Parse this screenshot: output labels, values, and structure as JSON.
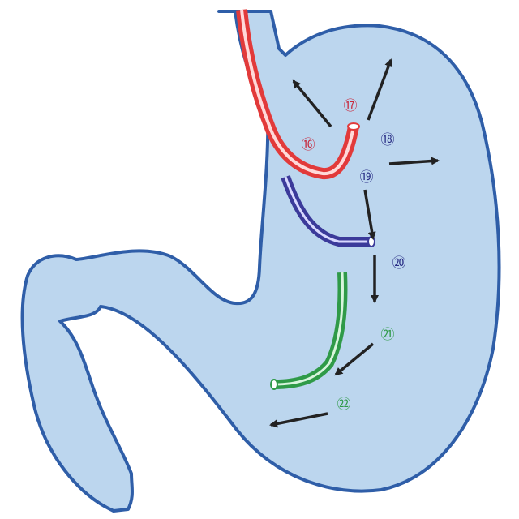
{
  "diagram": {
    "colors": {
      "background": "#ffffff",
      "organ_fill": "#bcd6ee",
      "organ_outline": "#2f5ea8",
      "arrow": "#222222",
      "scope_red": "#e23a3a",
      "scope_blue": "#3b3a9a",
      "scope_green": "#2f9a48",
      "label_red": "#c8283c",
      "label_blue": "#2a2f86",
      "label_green": "#2f9a48"
    },
    "labels": {
      "l16": "⑯",
      "l17": "⑰",
      "l18": "⑱",
      "l19": "⑲",
      "l20": "⑳",
      "l21": "㉑",
      "l22": "㉒"
    },
    "icons": {
      "organ": "stomach-outline",
      "scopes": "endoscope-tube",
      "arrows": "direction-arrow"
    }
  }
}
